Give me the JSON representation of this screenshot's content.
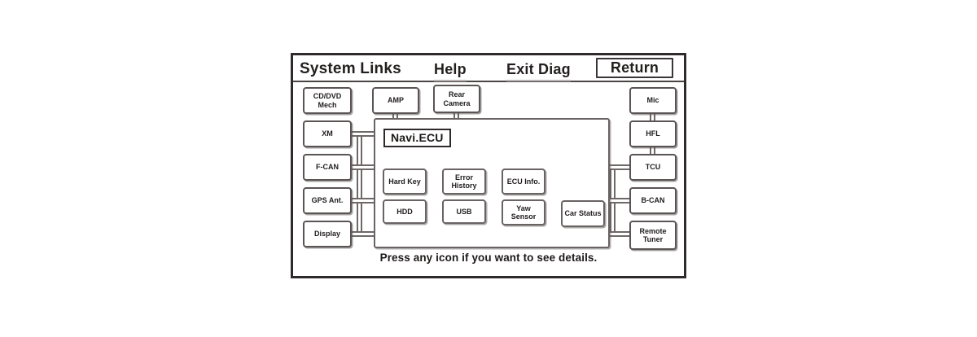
{
  "header": {
    "system_links": "System Links",
    "help": "Help",
    "exit_diag": "Exit Diag",
    "return": "Return"
  },
  "panel": {
    "title": "Navi.ECU"
  },
  "footer": {
    "hint": "Press any icon if you want to see details."
  },
  "left_column": [
    {
      "label_line1": "CD/DVD",
      "label_line2": "Mech"
    },
    {
      "label_line1": "XM",
      "label_line2": ""
    },
    {
      "label_line1": "F-CAN",
      "label_line2": ""
    },
    {
      "label_line1": "GPS Ant.",
      "label_line2": ""
    },
    {
      "label_line1": "Display",
      "label_line2": ""
    }
  ],
  "top_row": [
    {
      "label_line1": "AMP",
      "label_line2": ""
    },
    {
      "label_line1": "Rear",
      "label_line2": "Camera"
    }
  ],
  "right_column": [
    {
      "label_line1": "Mic",
      "label_line2": ""
    },
    {
      "label_line1": "HFL",
      "label_line2": ""
    },
    {
      "label_line1": "TCU",
      "label_line2": ""
    },
    {
      "label_line1": "B-CAN",
      "label_line2": ""
    },
    {
      "label_line1": "Remote",
      "label_line2": "Tuner"
    }
  ],
  "panel_nodes_row1": [
    {
      "label_line1": "Hard Key",
      "label_line2": ""
    },
    {
      "label_line1": "Error",
      "label_line2": "History"
    },
    {
      "label_line1": "ECU",
      "label_line2": "Info."
    }
  ],
  "panel_nodes_row2": [
    {
      "label_line1": "HDD",
      "label_line2": ""
    },
    {
      "label_line1": "USB",
      "label_line2": ""
    },
    {
      "label_line1": "Yaw",
      "label_line2": "Sensor"
    },
    {
      "label_line1": "Car",
      "label_line2": "Status"
    }
  ],
  "colors": {
    "frame_border": "#2f2b2b",
    "node_border": "#5b5454",
    "connector": "#6f6868",
    "text": "#201c1c",
    "background": "#ffffff"
  }
}
